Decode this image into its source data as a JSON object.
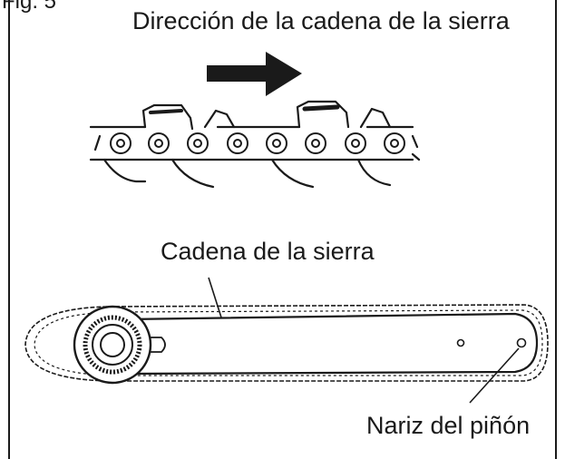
{
  "figure": {
    "fig_label": "Fig. 5",
    "direction_label": "Dirección de la cadena de la sierra",
    "chain_label": "Cadena de la sierra",
    "nose_label": "Nariz del piñón"
  },
  "colors": {
    "ink": "#1a1a1a",
    "paper": "#ffffff"
  }
}
